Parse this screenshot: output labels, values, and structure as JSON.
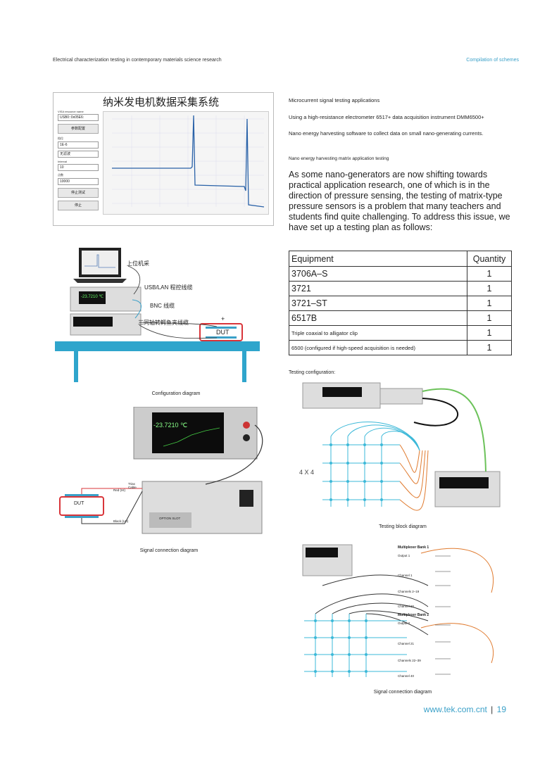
{
  "header": {
    "left": "Electrical characterization testing in contemporary materials science research",
    "right": "Compilation of schemes"
  },
  "software": {
    "title": "纳米发电机数据采集系统",
    "fields": [
      {
        "label": "VISA resource name",
        "value": "USB0::0x05E6:"
      },
      {
        "label": "档位",
        "value": "1E-6"
      },
      {
        "label": "Interval",
        "value": "10"
      },
      {
        "label": "点数",
        "value": "10000"
      }
    ],
    "buttons": [
      "参数配置",
      "无滤波",
      "停止测试",
      "停止"
    ]
  },
  "right_col": {
    "line1": "Microcurrent signal testing applications",
    "line2": "Using a high-resistance electrometer 6517+ data acquisition instrument DMM6500+",
    "line3": "Nano energy harvesting software to collect data on small nano-generating currents.",
    "subhead": "Nano energy harvesting matrix application testing",
    "paragraph": "As some nano-generators are now shifting towards practical application research, one of which is in the direction of pressure sensing, the testing of matrix-type pressure sensors is a problem that many teachers and students find quite challenging. To address this issue, we have set up a testing plan as follows:"
  },
  "table": {
    "headers": [
      "Equipment",
      "Quantity"
    ],
    "rows": [
      [
        "3706A–S",
        "1"
      ],
      [
        "3721",
        "1"
      ],
      [
        "3721–ST",
        "1"
      ],
      [
        "6517B",
        "1"
      ],
      [
        "Triple coaxial to alligator clip",
        "1"
      ],
      [
        "6500 (configured if high-speed acquisition is needed)",
        "1"
      ]
    ]
  },
  "config": {
    "pc_label": "上位机采",
    "usb_label": "USB/LAN 程控线缆",
    "bnc_label": "BNC 线缆",
    "clip_label": "三同轴转鳄鱼夹线缆",
    "plus": "+",
    "dut": "DUT",
    "reading": "-23.7210 ℃",
    "caption": "Configuration diagram"
  },
  "signal": {
    "reading": "-23.7210 ℃",
    "triax": "Triax Cable",
    "red": "Red (HI)",
    "black": "Black (LO)",
    "dut": "DUT",
    "option": "OPTION SLOT",
    "caption": "Signal connection diagram"
  },
  "testing": {
    "label": "Testing configuration:",
    "matrix": "4 X 4",
    "caption": "Testing block diagram"
  },
  "signal2": {
    "bank1": "Multiplexer Bank 1",
    "bank2": "Multiplexer Bank 2",
    "output1": "Output 1",
    "output2": "Output 2",
    "channels": [
      "Channel 1",
      "Channels 2–19",
      "Channel 20",
      "Channel 21",
      "Channels 22–39",
      "Channel 40"
    ],
    "caption": "Signal connection diagram"
  },
  "footer": {
    "url": "www.tek.com.cnt",
    "page": "19"
  },
  "colors": {
    "accent": "#3aa0c8",
    "dut_red": "#d9353a",
    "bench": "#2fa5cc",
    "orange": "#e07a2e",
    "green": "#6cc25a",
    "cyan": "#3bb8d8"
  }
}
